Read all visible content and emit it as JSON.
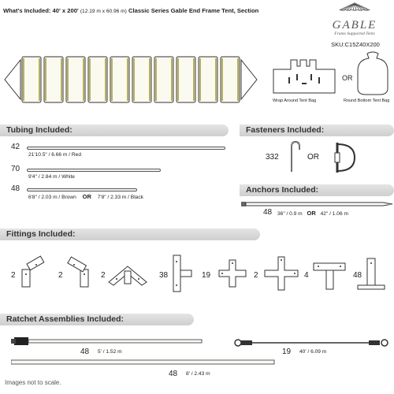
{
  "header": {
    "title_main": "What's Included: 40' x 200'",
    "title_dims": "(12.19 m x 60.96 m)",
    "title_rest": "Classic Series Gable End Frame Tent, Section",
    "brand": "GABLE",
    "brand_sub": "Frame Supported Tents",
    "sku": "SKU:C15Z40X200"
  },
  "bags": {
    "wrap_label": "Wrap Around Tent Bag",
    "or_label": "OR",
    "round_label": "Round Bottom Tent Bag"
  },
  "tubing": {
    "heading": "Tubing Included:",
    "items": [
      {
        "qty": "42",
        "label": "21'10.5\" / 6.66 m  /  Red"
      },
      {
        "qty": "70",
        "label": "9'4\" / 2.84 m  /  White"
      },
      {
        "qty": "48",
        "label_a": "6'8\" / 2.03 m  /  Brown",
        "or": "OR",
        "label_b": "7'8\" / 2.33 m  /  Black"
      }
    ]
  },
  "fasteners": {
    "heading": "Fasteners Included:",
    "qty": "332",
    "or_label": "OR"
  },
  "anchors": {
    "heading": "Anchors Included:",
    "qty": "48",
    "label_a": "36\" / 0.9 m",
    "or": "OR",
    "label_b": "42\" / 1.06 m"
  },
  "fittings": {
    "heading": "Fittings Included:",
    "items": [
      {
        "qty": "2",
        "icon": "gable-peak-fitting-icon"
      },
      {
        "qty": "2",
        "icon": "gable-eave-fitting-icon"
      },
      {
        "qty": "2",
        "icon": "ridge-fitting-icon"
      },
      {
        "qty": "38",
        "icon": "side-tee-fitting-icon"
      },
      {
        "qty": "19",
        "icon": "cross-fitting-icon"
      },
      {
        "qty": "2",
        "icon": "cross-fitting-icon"
      },
      {
        "qty": "4",
        "icon": "tee-fitting-icon"
      },
      {
        "qty": "48",
        "icon": "base-plate-icon"
      }
    ]
  },
  "ratchets": {
    "heading": "Ratchet Assemblies Included:",
    "items": [
      {
        "qty": "48",
        "label": "5' / 1.52 m"
      },
      {
        "qty": "19",
        "label": "40' / 6.09 m"
      },
      {
        "qty": "48",
        "label": "8' / 2.43 m"
      }
    ]
  },
  "footer": {
    "note": "Images not to scale."
  }
}
